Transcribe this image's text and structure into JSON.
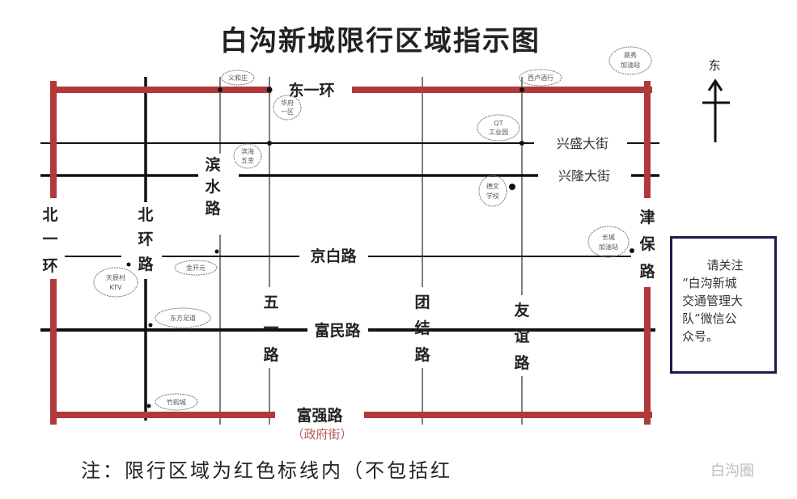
{
  "title": "白沟新城限行区域指示图",
  "compass": {
    "label": "东"
  },
  "roads": {
    "dong_yi_huan": "东一环",
    "fu_qiang_lu": "富强路",
    "zheng_fu_jie": "（政府街）",
    "xing_sheng": "兴盛大街",
    "xing_long": "兴隆大街",
    "jing_bai": "京白路",
    "fu_min": "富民路",
    "bei_yi_huan": [
      "北",
      "一",
      "环"
    ],
    "bei_huan_lu": [
      "北",
      "环",
      "路"
    ],
    "bin_shui_lu": [
      "滨",
      "水",
      "路"
    ],
    "wu_yi_lu": [
      "五",
      "一",
      "路"
    ],
    "tuan_jie_lu": [
      "团",
      "结",
      "路"
    ],
    "you_yi_lu": [
      "友",
      "谊",
      "路"
    ],
    "jin_bao_lu": [
      "津",
      "保",
      "路"
    ]
  },
  "pois": {
    "p1": [
      "义和庄"
    ],
    "p2": [
      "华府",
      "一区"
    ],
    "p3": [
      "滨海",
      "五金"
    ],
    "p4": [
      "西卢酒行"
    ],
    "p5": [
      "QT",
      "工业园"
    ],
    "p6": [
      "德文",
      "学校"
    ],
    "p7": [
      "鼎秀",
      "加油站"
    ],
    "p8": [
      "长城",
      "加油站"
    ],
    "p9": [
      "天辰村",
      "KTV"
    ],
    "p10": [
      "金开元"
    ],
    "p11": [
      "东方足道"
    ],
    "p12": [
      "竹韵城"
    ]
  },
  "info_box": {
    "lines": [
      "请关注",
      "“白沟新城",
      "交通管理大",
      "队”微信公",
      "众号。"
    ]
  },
  "note": "注：限行区域为红色标线内（不包括红",
  "watermark": "白沟圈",
  "colors": {
    "restriction": "#b03a3a",
    "road": "#111111",
    "box": "#1c1c4a"
  }
}
